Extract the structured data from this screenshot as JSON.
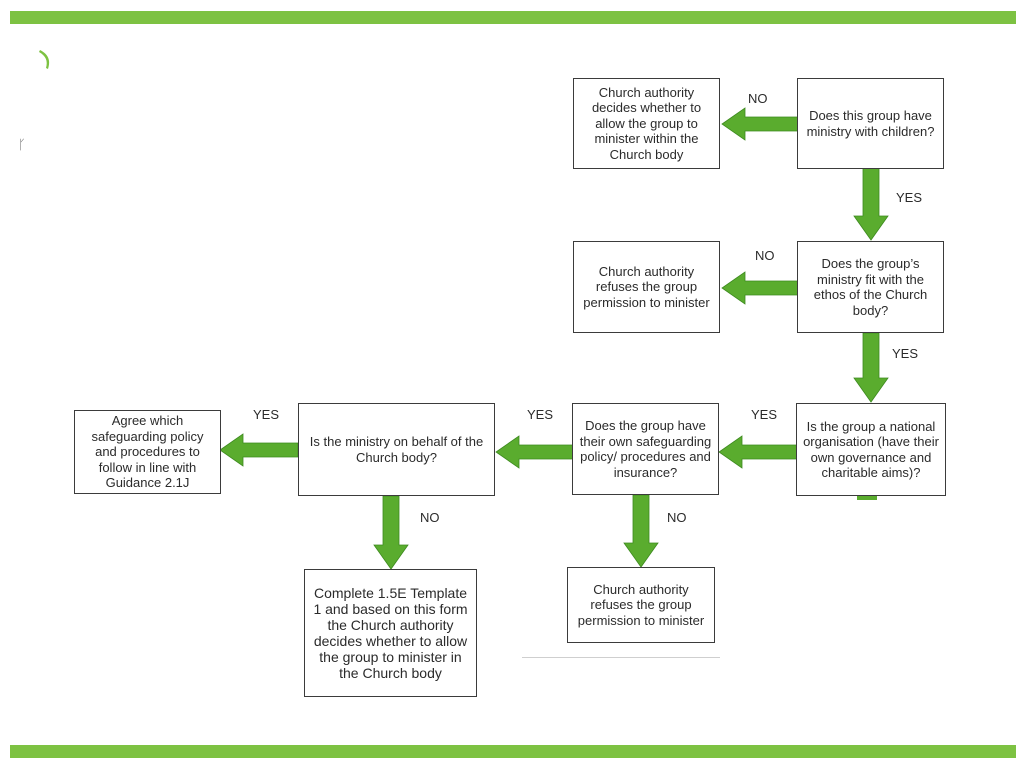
{
  "decor": {
    "figure_glyph": "𐀪",
    "accent_color": "#7dc242",
    "arrow_color": "#5aac2e",
    "border_color": "#3b3b3b"
  },
  "flowchart": {
    "nodes": {
      "q_children": "Does this group have ministry with children?",
      "r_decides_within": "Church authority decides whether to allow the group to minister within the Church body",
      "q_ethos": "Does the group’s ministry fit with the ethos of the Church body?",
      "r_refuses_1": "Church authority refuses the group permission to minister",
      "q_national": "Is the group a national organisation (have their own governance and charitable aims)?",
      "q_own_policy": "Does the group have their own safeguarding policy/ procedures and insurance?",
      "r_refuses_2": "Church authority refuses the group permission to minister",
      "q_on_behalf": "Is the ministry on behalf of the Church body?",
      "r_agree_policy": "Agree which safeguarding policy and procedures to follow in line with Guidance 2.1J",
      "r_complete_form": "Complete 1.5E Template 1 and based on this form the Church authority decides whether to allow the group to minister in the Church body"
    },
    "edge_labels": {
      "children_no": "NO",
      "children_yes": "YES",
      "ethos_no": "NO",
      "ethos_yes": "YES",
      "national_yes": "YES",
      "policy_yes": "YES",
      "policy_no": "NO",
      "behalf_yes": "YES",
      "behalf_no": "NO"
    }
  }
}
